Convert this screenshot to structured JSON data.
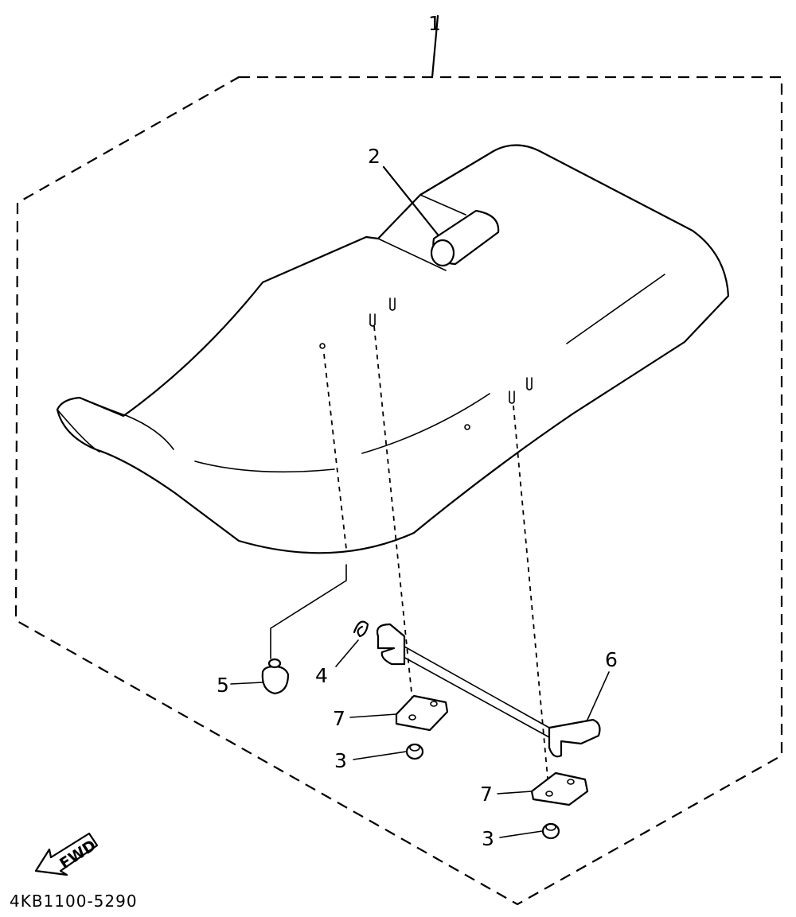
{
  "diagram": {
    "assembly_callout": "1",
    "callouts": {
      "c2": "2",
      "c3a": "3",
      "c3b": "3",
      "c4": "4",
      "c5": "5",
      "c6": "6",
      "c7a": "7",
      "c7b": "7"
    },
    "fwd_label": "FWD",
    "drawing_number": "4KB1100-5290"
  }
}
